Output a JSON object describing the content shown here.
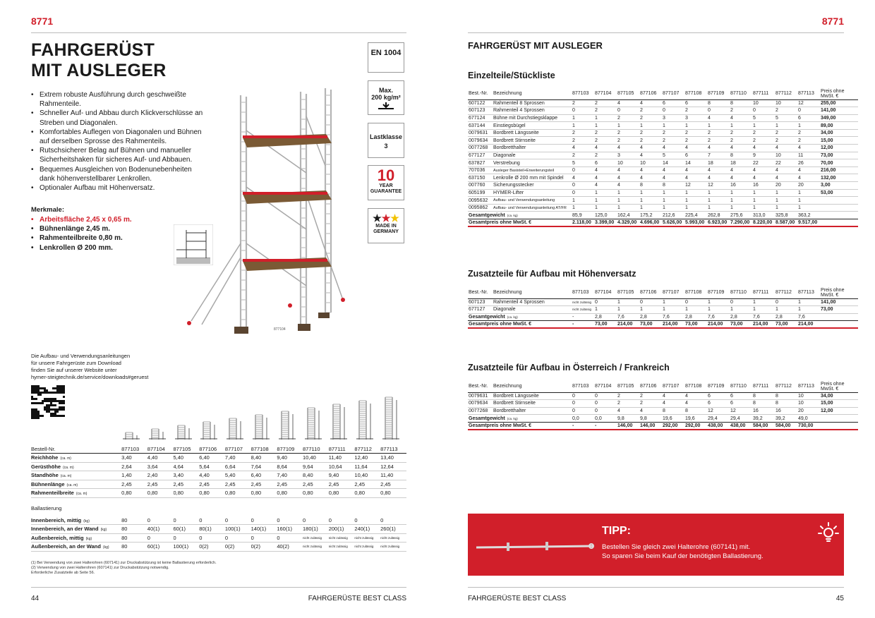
{
  "left": {
    "code": "8771",
    "title1": "FAHRGERÜST",
    "title2": "MIT AUSLEGER",
    "bullets": [
      "Extrem robuste Ausführung durch geschweißte Rahmenteile.",
      "Schneller Auf- und Abbau durch Klickverschlüsse an Streben und Diagonalen.",
      "Komfortables Auflegen von Diagonalen und Bühnen auf derselben Sprosse des Rahmenteils.",
      "Rutschsicherer Belag auf Bühnen und manueller Sicherheitshaken für sicheres Auf- und Abbauen.",
      "Bequemes Ausgleichen von Bodenunebenheiten dank höhenverstellbarer Lenkrollen.",
      "Optionaler Aufbau mit Höhenversatz."
    ],
    "merkmale_title": "Merkmale:",
    "merkmale": [
      "Arbeitsfläche 2,45 x 0,65 m.",
      "Bühnenlänge 2,45 m.",
      "Rahmenteilbreite 0,80 m.",
      "Lenkrollen Ø 200 mm."
    ],
    "badges": {
      "en": "EN 1004",
      "max1": "Max.",
      "max2": "200 kg/m²",
      "last1": "Lastklasse",
      "last2": "3",
      "ten": "10",
      "year": "YEAR",
      "guarantee": "GUARANTEE",
      "made": "MADE IN GERMANY"
    },
    "image_label": "877104",
    "download": [
      "Die Aufbau- und Verwendungsanleitungen",
      "für unsere Fahrgerüste zum Download",
      "finden Sie auf unserer Website unter",
      "hymer-steigtechnik.de/service/downloads#geruest"
    ],
    "models": [
      "877103",
      "877104",
      "877105",
      "877106",
      "877107",
      "877108",
      "877109",
      "877110",
      "877111",
      "877112",
      "877113"
    ],
    "spec_rows": [
      {
        "label": "Bestell-Nr.",
        "unit": "",
        "values": [
          "877103",
          "877104",
          "877105",
          "877106",
          "877107",
          "877108",
          "877109",
          "877110",
          "877111",
          "877112",
          "877113"
        ]
      },
      {
        "label": "Reichhöhe",
        "unit": "(ca. m)",
        "values": [
          "3,40",
          "4,40",
          "5,40",
          "6,40",
          "7,40",
          "8,40",
          "9,40",
          "10,40",
          "11,40",
          "12,40",
          "13,40"
        ]
      },
      {
        "label": "Gerüsthöhe",
        "unit": "(ca. m)",
        "values": [
          "2,64",
          "3,64",
          "4,64",
          "5,64",
          "6,64",
          "7,64",
          "8,64",
          "9,64",
          "10,64",
          "11,64",
          "12,64"
        ]
      },
      {
        "label": "Standhöhe",
        "unit": "(ca. m)",
        "values": [
          "1,40",
          "2,40",
          "3,40",
          "4,40",
          "5,40",
          "6,40",
          "7,40",
          "8,40",
          "9,40",
          "10,40",
          "11,40"
        ]
      },
      {
        "label": "Bühnenlänge",
        "unit": "(ca. m)",
        "values": [
          "2,45",
          "2,45",
          "2,45",
          "2,45",
          "2,45",
          "2,45",
          "2,45",
          "2,45",
          "2,45",
          "2,45",
          "2,45"
        ]
      },
      {
        "label": "Rahmenteilbreite",
        "unit": "(ca. m)",
        "values": [
          "0,80",
          "0,80",
          "0,80",
          "0,80",
          "0,80",
          "0,80",
          "0,80",
          "0,80",
          "0,80",
          "0,80",
          "0,80"
        ]
      }
    ],
    "ballast_title": "Ballastierung",
    "ballast_rows": [
      {
        "label": "Innenbereich, mittig",
        "unit": "(kg)",
        "values": [
          "80",
          "0",
          "0",
          "0",
          "0",
          "0",
          "0",
          "0",
          "0",
          "0",
          "0"
        ]
      },
      {
        "label": "Innenbereich, an der Wand",
        "unit": "(kg)",
        "values": [
          "80",
          "40(1)",
          "60(1)",
          "80(1)",
          "100(1)",
          "140(1)",
          "160(1)",
          "180(1)",
          "200(1)",
          "240(1)",
          "260(1)"
        ]
      },
      {
        "label": "Außenbereich, mittig",
        "unit": "(kg)",
        "values": [
          "80",
          "0",
          "0",
          "0",
          "0",
          "0",
          "0",
          "nicht zulässig",
          "nicht zulässig",
          "nicht zulässig",
          "nicht zulässig"
        ]
      },
      {
        "label": "Außenbereich, an der Wand",
        "unit": "(kg)",
        "values": [
          "80",
          "60(1)",
          "100(1)",
          "0(2)",
          "0(2)",
          "0(2)",
          "40(2)",
          "nicht zulässig",
          "nicht zulässig",
          "nicht zulässig",
          "nicht zulässig"
        ]
      }
    ],
    "footnotes": [
      "(1) Bei Verwendung von zwei Halterohren (607141) zur Druckabstützung ist keine Ballastierung erforderlich.",
      "(2) Verwendung von zwei Halterohren (607141) zur Druckabstützung notwendig.",
      "Erforderliche Zusatzteile ab Seite 56."
    ],
    "page_no": "44",
    "footer": "FAHRGERÜSTE BEST CLASS"
  },
  "right": {
    "code": "8771",
    "title": "FAHRGERÜST MIT AUSLEGER",
    "header_cols": [
      "Best.-Nr.",
      "Bezeichnung",
      "877103",
      "877104",
      "877105",
      "877106",
      "877107",
      "877108",
      "877109",
      "877110",
      "877111",
      "877112",
      "877113",
      "Preis ohne MwSt. €"
    ],
    "t1_title": "Einzelteile/Stückliste",
    "t1_rows": [
      [
        "607122",
        "Rahmenteil 8 Sprossen",
        "2",
        "2",
        "4",
        "4",
        "6",
        "6",
        "8",
        "8",
        "10",
        "10",
        "12",
        "255,00"
      ],
      [
        "607123",
        "Rahmenteil 4 Sprossen",
        "0",
        "2",
        "0",
        "2",
        "0",
        "2",
        "0",
        "2",
        "0",
        "2",
        "0",
        "141,00"
      ],
      [
        "677124",
        "Bühne mit Durchstiegsklappe",
        "1",
        "1",
        "2",
        "2",
        "3",
        "3",
        "4",
        "4",
        "5",
        "5",
        "6",
        "349,00"
      ],
      [
        "637144",
        "Einstiegsbügel",
        "1",
        "1",
        "1",
        "1",
        "1",
        "1",
        "1",
        "1",
        "1",
        "1",
        "1",
        "89,00"
      ],
      [
        "0079631",
        "Bordbrett Längsseite",
        "2",
        "2",
        "2",
        "2",
        "2",
        "2",
        "2",
        "2",
        "2",
        "2",
        "2",
        "34,00"
      ],
      [
        "0079634",
        "Bordbrett Stirnseite",
        "2",
        "2",
        "2",
        "2",
        "2",
        "2",
        "2",
        "2",
        "2",
        "2",
        "2",
        "15,00"
      ],
      [
        "0077268",
        "Bordbretthalter",
        "4",
        "4",
        "4",
        "4",
        "4",
        "4",
        "4",
        "4",
        "4",
        "4",
        "4",
        "12,00"
      ],
      [
        "677127",
        "Diagonale",
        "2",
        "2",
        "3",
        "4",
        "5",
        "6",
        "7",
        "8",
        "9",
        "10",
        "11",
        "73,00"
      ],
      [
        "637827",
        "Verstrebung",
        "5",
        "6",
        "10",
        "10",
        "14",
        "14",
        "18",
        "18",
        "22",
        "22",
        "26",
        "70,00"
      ],
      [
        "707036",
        "Ausleger Basisteil+Erweiterungsteil",
        "0",
        "4",
        "4",
        "4",
        "4",
        "4",
        "4",
        "4",
        "4",
        "4",
        "4",
        "216,00"
      ],
      [
        "637150",
        "Lenkrolle Ø 200 mm mit Spindel",
        "4",
        "4",
        "4",
        "4",
        "4",
        "4",
        "4",
        "4",
        "4",
        "4",
        "4",
        "132,00"
      ],
      [
        "007760",
        "Sicherungsstecker",
        "0",
        "4",
        "4",
        "8",
        "8",
        "12",
        "12",
        "16",
        "16",
        "20",
        "20",
        "3,00"
      ],
      [
        "605199",
        "HYMER-Lifter",
        "0",
        "1",
        "1",
        "1",
        "1",
        "1",
        "1",
        "1",
        "1",
        "1",
        "1",
        "53,00"
      ],
      [
        "0095632",
        "Aufbau- und Verwendungsanleitung",
        "1",
        "1",
        "1",
        "1",
        "1",
        "1",
        "1",
        "1",
        "1",
        "1",
        "1",
        ""
      ],
      [
        "0095862",
        "Aufbau- und Verwendungsanleitung AT/FR",
        "1",
        "1",
        "1",
        "1",
        "1",
        "1",
        "1",
        "1",
        "1",
        "1",
        "1",
        ""
      ]
    ],
    "t1_weight": [
      "Gesamtgewicht",
      "(ca. kg)",
      "85,9",
      "125,0",
      "162,4",
      "175,2",
      "212,6",
      "225,4",
      "262,8",
      "275,6",
      "313,0",
      "325,8",
      "363,2",
      ""
    ],
    "t1_price": [
      "Gesamtpreis ohne MwSt. €",
      "",
      "2.118,00",
      "3.399,00",
      "4.329,00",
      "4.696,00",
      "5.626,00",
      "5.993,00",
      "6.923,00",
      "7.290,00",
      "8.220,00",
      "8.587,00",
      "9.517,00",
      ""
    ],
    "t2_title": "Zusatzteile für Aufbau mit Höhenversatz",
    "t2_rows": [
      [
        "607123",
        "Rahmenteil 4 Sprossen",
        "nicht zulässig",
        "0",
        "1",
        "0",
        "1",
        "0",
        "1",
        "0",
        "1",
        "0",
        "1",
        "141,00"
      ],
      [
        "677127",
        "Diagonale",
        "nicht zulässig",
        "1",
        "1",
        "1",
        "1",
        "1",
        "1",
        "1",
        "1",
        "1",
        "1",
        "73,00"
      ]
    ],
    "t2_weight": [
      "Gesamtgewicht",
      "(ca. kg)",
      "-",
      "2,8",
      "7,6",
      "2,8",
      "7,6",
      "2,8",
      "7,6",
      "2,8",
      "7,6",
      "2,8",
      "7,6",
      ""
    ],
    "t2_price": [
      "Gesamtpreis ohne MwSt. €",
      "",
      "-",
      "73,00",
      "214,00",
      "73,00",
      "214,00",
      "73,00",
      "214,00",
      "73,00",
      "214,00",
      "73,00",
      "214,00",
      ""
    ],
    "t3_title": "Zusatzteile für Aufbau in Österreich / Frankreich",
    "t3_rows": [
      [
        "0079631",
        "Bordbrett Längsseite",
        "0",
        "0",
        "2",
        "2",
        "4",
        "4",
        "6",
        "6",
        "8",
        "8",
        "10",
        "34,00"
      ],
      [
        "0079634",
        "Bordbrett Stirnseite",
        "0",
        "0",
        "2",
        "2",
        "4",
        "4",
        "6",
        "6",
        "8",
        "8",
        "10",
        "15,00"
      ],
      [
        "0077268",
        "Bordbretthalter",
        "0",
        "0",
        "4",
        "4",
        "8",
        "8",
        "12",
        "12",
        "16",
        "16",
        "20",
        "12,00"
      ]
    ],
    "t3_weight": [
      "Gesamtgewicht",
      "(ca. kg)",
      "0,0",
      "0,0",
      "9,8",
      "9,8",
      "19,6",
      "19,6",
      "29,4",
      "29,4",
      "39,2",
      "39,2",
      "49,0",
      ""
    ],
    "t3_price": [
      "Gesamtpreis ohne MwSt. €",
      "",
      "-",
      "-",
      "146,00",
      "146,00",
      "292,00",
      "292,00",
      "438,00",
      "438,00",
      "584,00",
      "584,00",
      "730,00",
      ""
    ],
    "tip_title": "TIPP:",
    "tip_line1": "Bestellen Sie gleich zwei Halterohre (607141) mit.",
    "tip_line2": "So sparen Sie beim Kauf der benötigten Ballastierung.",
    "page_no": "45",
    "footer": "FAHRGERÜSTE BEST CLASS"
  },
  "colors": {
    "accent": "#d11f2a"
  }
}
